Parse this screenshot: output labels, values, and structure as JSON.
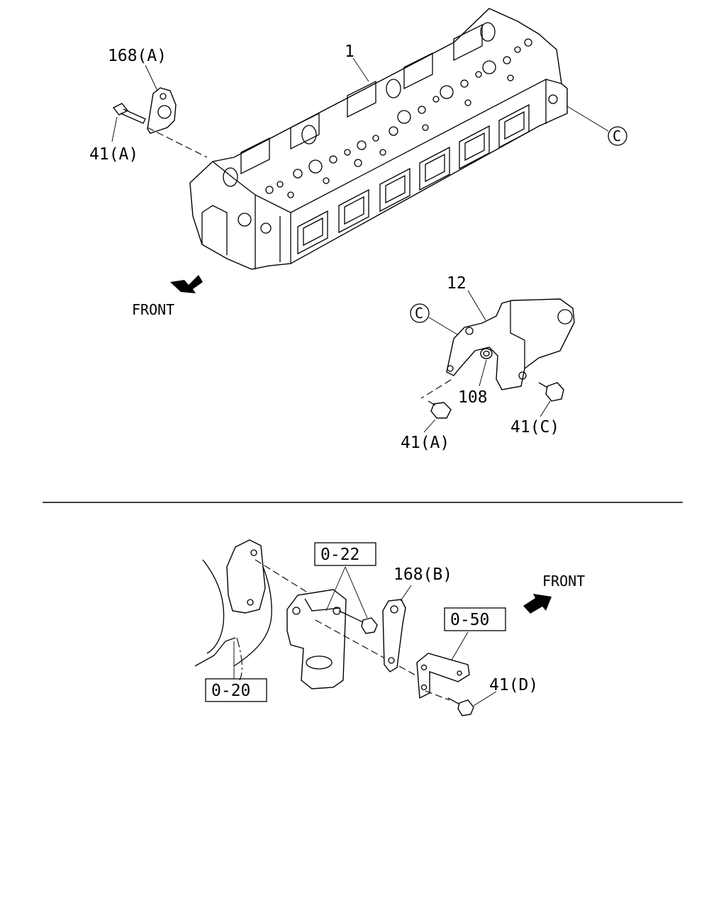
{
  "callouts": {
    "part_1": "1",
    "part_168a": "168(A)",
    "part_41a_top": "41(A)",
    "circle_c_top": "C",
    "part_12": "12",
    "circle_c_mid": "C",
    "part_108": "108",
    "part_41a_mid": "41(A)",
    "part_41c": "41(C)",
    "part_168b": "168(B)",
    "part_41d": "41(D)"
  },
  "refs": {
    "ref_022": "0-22",
    "ref_050": "0-50",
    "ref_020": "0-20"
  },
  "front": {
    "top": "FRONT",
    "bottom": "FRONT"
  }
}
